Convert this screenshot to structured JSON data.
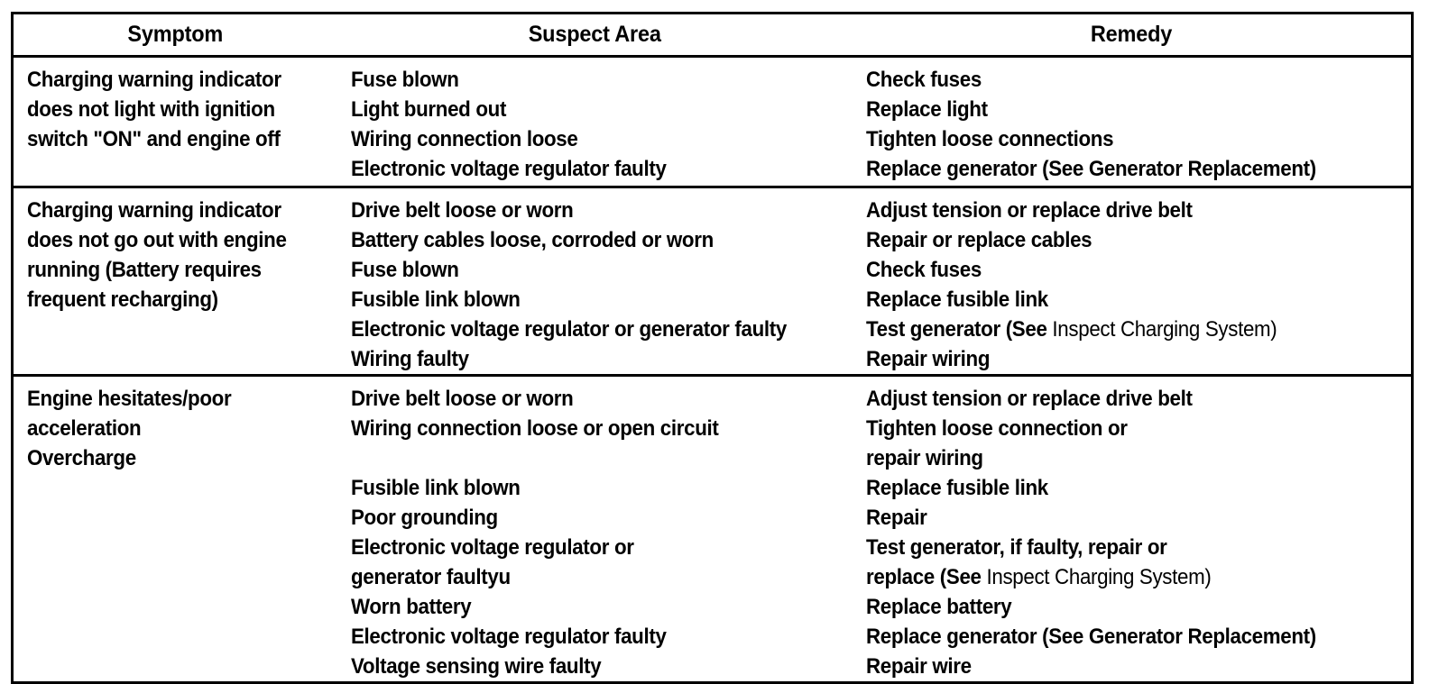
{
  "document": {
    "kind": "troubleshooting-table",
    "border_color": "#000000",
    "background_color": "#ffffff",
    "text_color": "#000000"
  },
  "table": {
    "headers": [
      {
        "label": "Symptom",
        "name": "symptom"
      },
      {
        "label": "Suspect Area",
        "name": "suspect-area"
      },
      {
        "label": "Remedy",
        "name": "remedy"
      }
    ],
    "rows": [
      {
        "symptom": [
          "Charging warning indicator",
          "does not light with ignition",
          "switch \"ON\" and engine off"
        ],
        "suspect_area": [
          "Fuse blown",
          "Light burned out",
          "Wiring connection loose",
          "Electronic voltage regulator faulty"
        ],
        "remedy": [
          "Check fuses",
          "Replace light",
          "Tighten loose connections",
          "Replace generator (See Generator Replacement)"
        ]
      },
      {
        "symptom": [
          "Charging warning indicator",
          "does not go out with engine",
          "running (Battery requires",
          "frequent recharging)"
        ],
        "suspect_area": [
          "Drive belt loose or worn",
          "Battery cables loose, corroded or worn",
          "Fuse blown",
          "Fusible link blown",
          "Electronic voltage regulator or generator faulty",
          "Wiring faulty"
        ],
        "remedy": [
          "Adjust tension or replace drive belt",
          "Repair or replace cables",
          "Check fuses",
          "Replace fusible link",
          "Test generator (See Inspect Charging System)",
          "Repair wiring"
        ]
      },
      {
        "symptom": [
          "Engine hesitates/poor",
          "acceleration",
          "Overcharge"
        ],
        "suspect_area": [
          "Drive belt loose or worn",
          "Wiring connection loose or open circuit",
          "",
          "Fusible link blown",
          "Poor grounding",
          "Electronic voltage regulator or",
          "generator faultyu",
          "Worn battery",
          "Electronic voltage regulator faulty",
          "Voltage sensing wire faulty"
        ],
        "remedy": [
          "Adjust tension or replace drive belt",
          "Tighten loose connection or",
          "repair wiring",
          "Replace fusible link",
          "Repair",
          "Test generator, if faulty, repair or",
          "replace (See Inspect Charging System)",
          "Replace battery",
          "Replace generator (See Generator Replacement)",
          "Repair wire"
        ]
      }
    ]
  }
}
